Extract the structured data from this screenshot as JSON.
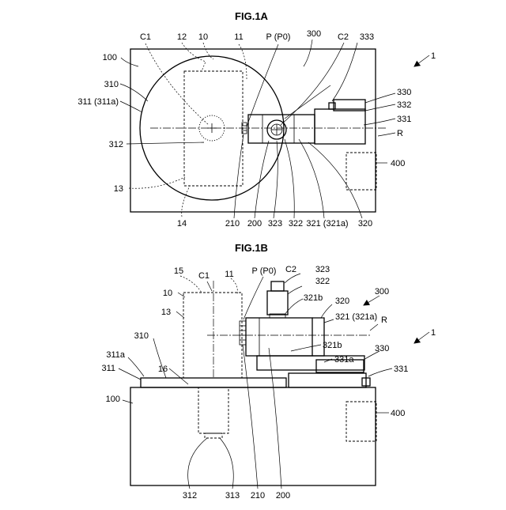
{
  "figures": {
    "fig1a": {
      "title": "FIG.1A",
      "labels": {
        "c1": "C1",
        "l12": "12",
        "l10": "10",
        "l11": "11",
        "p": "P (P0)",
        "l300": "300",
        "c2": "C2",
        "l333": "333",
        "l1": "1",
        "l100": "100",
        "l310": "310",
        "l311": "311 (311a)",
        "l330": "330",
        "l332": "332",
        "l331": "331",
        "r": "R",
        "l312": "312",
        "l400": "400",
        "l13": "13",
        "l14": "14",
        "l210": "210",
        "l200": "200",
        "l323": "323",
        "l322": "322",
        "l321": "321 (321a)",
        "l320": "320"
      }
    },
    "fig1b": {
      "title": "FIG.1B",
      "labels": {
        "l15": "15",
        "c1": "C1",
        "l11": "11",
        "p": "P (P0)",
        "c2": "C2",
        "l323": "323",
        "l322": "322",
        "l10": "10",
        "l321b_top": "321b",
        "l320": "320",
        "l300": "300",
        "l13": "13",
        "l321": "321 (321a)",
        "r": "R",
        "l1": "1",
        "l321b_bot": "321b",
        "l310": "310",
        "l330": "330",
        "l311a": "311a",
        "l331a": "331a",
        "l311": "311",
        "l16": "16",
        "l331": "331",
        "l100": "100",
        "l400": "400",
        "l312": "312",
        "l313": "313",
        "l210": "210",
        "l200": "200"
      }
    }
  }
}
